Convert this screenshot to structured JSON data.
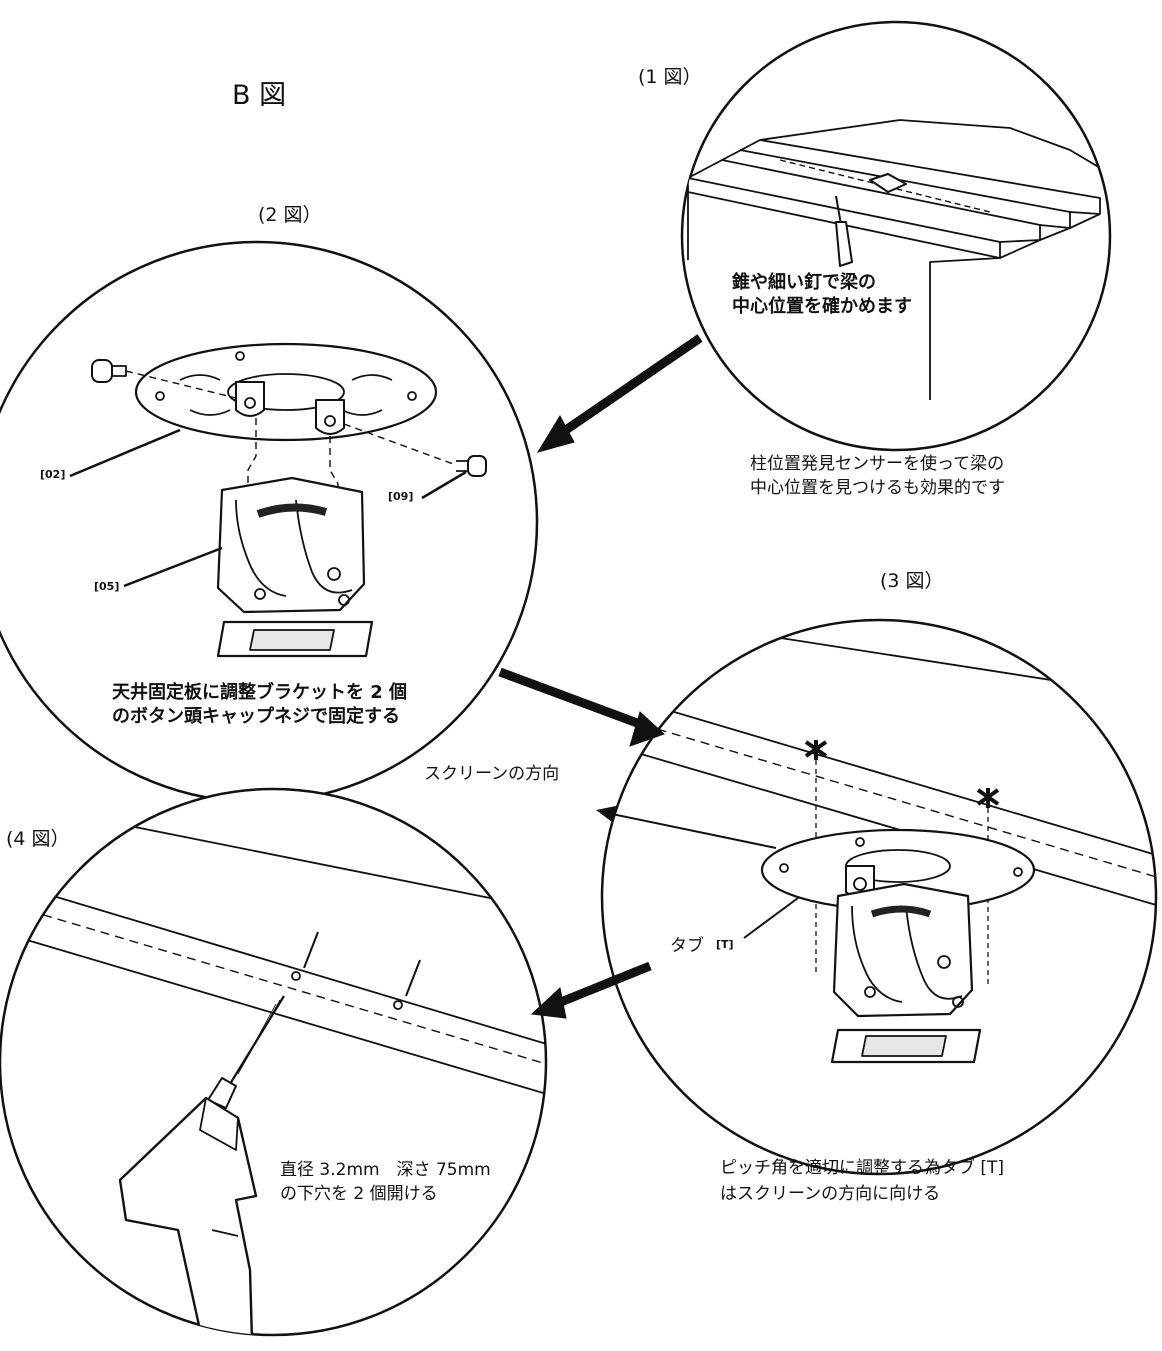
{
  "title": "B 図",
  "figures": {
    "fig1": {
      "label": "(1 図）",
      "caption_line1": "錐や細い釘で梁の",
      "caption_line2": "中心位置を確かめます",
      "note_line1": "柱位置発見センサーを使って梁の",
      "note_line2": "中心位置を見つけるも効果的です"
    },
    "fig2": {
      "label": "(2 図）",
      "caption_line1": "天井固定板に調整ブラケットを 2 個",
      "caption_line2": "のボタン頭キャップネジで固定する",
      "parts": {
        "plate": "[02]",
        "screw": "[09]",
        "bracket": "[05]"
      }
    },
    "fig3": {
      "label": "(3 図）",
      "screen_direction": "スクリーンの方向",
      "tab_label": "タブ",
      "tab_code": "[T]",
      "caption_line1": "ピッチ角を適切に調整する為タブ [T]",
      "caption_line2": "はスクリーンの方向に向ける"
    },
    "fig4": {
      "label": "(4 図）",
      "caption_line1": "直径 3.2mm　深さ 75mm",
      "caption_line2": "の下穴を 2 個開ける"
    }
  },
  "colors": {
    "ink": "#111111",
    "background": "#ffffff"
  }
}
